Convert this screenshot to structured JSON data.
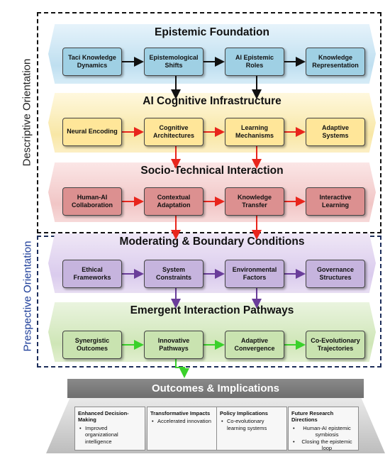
{
  "side_labels": {
    "descriptive": "Descriptive Orientation",
    "prescriptive": "Prespective Orientation"
  },
  "layers": [
    {
      "title": "Epistemic Foundation",
      "color": "blue",
      "nodes": [
        "Taci Knowledge Dynamics",
        "Epistemological Shifts",
        "AI Epistemic Roles",
        "Knowledge Representation"
      ]
    },
    {
      "title": "AI Cognitive Infrastructure",
      "color": "yellow",
      "nodes": [
        "Neural Encoding",
        "Cognitive Architectures",
        "Learning Mechanisms",
        "Adaptive Systems"
      ]
    },
    {
      "title": "Socio-Technical Interaction",
      "color": "pink",
      "nodes": [
        "Human-AI Collaboration",
        "Contextual Adaptation",
        "Knowledge Transfer",
        "Interactive Learning"
      ]
    },
    {
      "title": "Moderating & Boundary Conditions",
      "color": "purple",
      "nodes": [
        "Ethical Frameworks",
        "System Constraints",
        "Environmental Factors",
        "Governance Structures"
      ]
    },
    {
      "title": "Emergent Interaction Pathways",
      "color": "green",
      "nodes": [
        "Synergistic Outcomes",
        "Innovative Pathways",
        "Adaptive Convergence",
        "Co-Evolutionary Trajectories"
      ]
    }
  ],
  "outcomes": {
    "title": "Outcomes & Implications",
    "cards": [
      {
        "heading": "Enhanced Decision-Making",
        "bullets": [
          "Improved organizational intelligence"
        ]
      },
      {
        "heading": "Transformative Impacts",
        "bullets": [
          "Accelerated innovation"
        ]
      },
      {
        "heading": "Policy Implications",
        "bullets": [
          "Co-evolutionary learning systems"
        ]
      },
      {
        "heading": "Future Research Directions",
        "bullets": [
          "Human-AI epistemic symbiosis",
          "Closing the epistemic loop"
        ]
      }
    ]
  },
  "colors": {
    "arrow_black": "#111111",
    "arrow_red": "#e8251c",
    "arrow_purple": "#6a3d9a",
    "arrow_green": "#3ad12b",
    "prescriptive_frame": "#1c2d5a",
    "prescriptive_label": "#1f3f9a"
  }
}
